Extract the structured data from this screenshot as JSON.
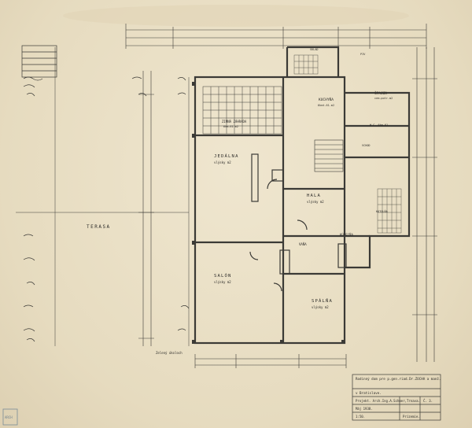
{
  "rooms": {
    "terasa": "TERASA",
    "jedalna": "JEDÁLNA",
    "jedalna_floor": "vlýsky m2",
    "zimna_zahrada": "ZIMNÁ ZÁHRADA",
    "zimna_zahrada_floor": "6km.61.m2",
    "kuchyna": "KUCHYŇA",
    "kuchyna_floor": "6kmt.61.m2",
    "spajza": "ŠPAJZA",
    "spajza_floor": "cem.potr.m2",
    "hala": "HALA",
    "hala_floor": "vlýsky m2",
    "salon": "SALÓN",
    "salon_floor": "vlýsky m2",
    "spalna": "SPÁLŇA",
    "spalna_floor": "vlýsky m2",
    "kupelna": "KÚPEĽŇA",
    "vanat": "VAŇA",
    "wc": "W.C. 6km.61.",
    "vchod": "VCHOD",
    "sklad": "SKLAD",
    "piv": "PIV",
    "kotolna": "KOTOLŇA"
  },
  "labels": {
    "zeleny_ukoloch": "Zelený úkoloch"
  },
  "title_block": {
    "line1": "Rodinný dom pre p.gen.riad.Dr.ZOCHA a manž.",
    "line2": "v Bratislave.",
    "line3": "Projekt. Arch.Ing.A.Schmer,Trnava.",
    "line4": "Máj 1938.",
    "scale": "1:50.",
    "sheet": "Prízemie.",
    "drawing_no": "Č. 3."
  },
  "stamp": {
    "text": "ARCH"
  }
}
